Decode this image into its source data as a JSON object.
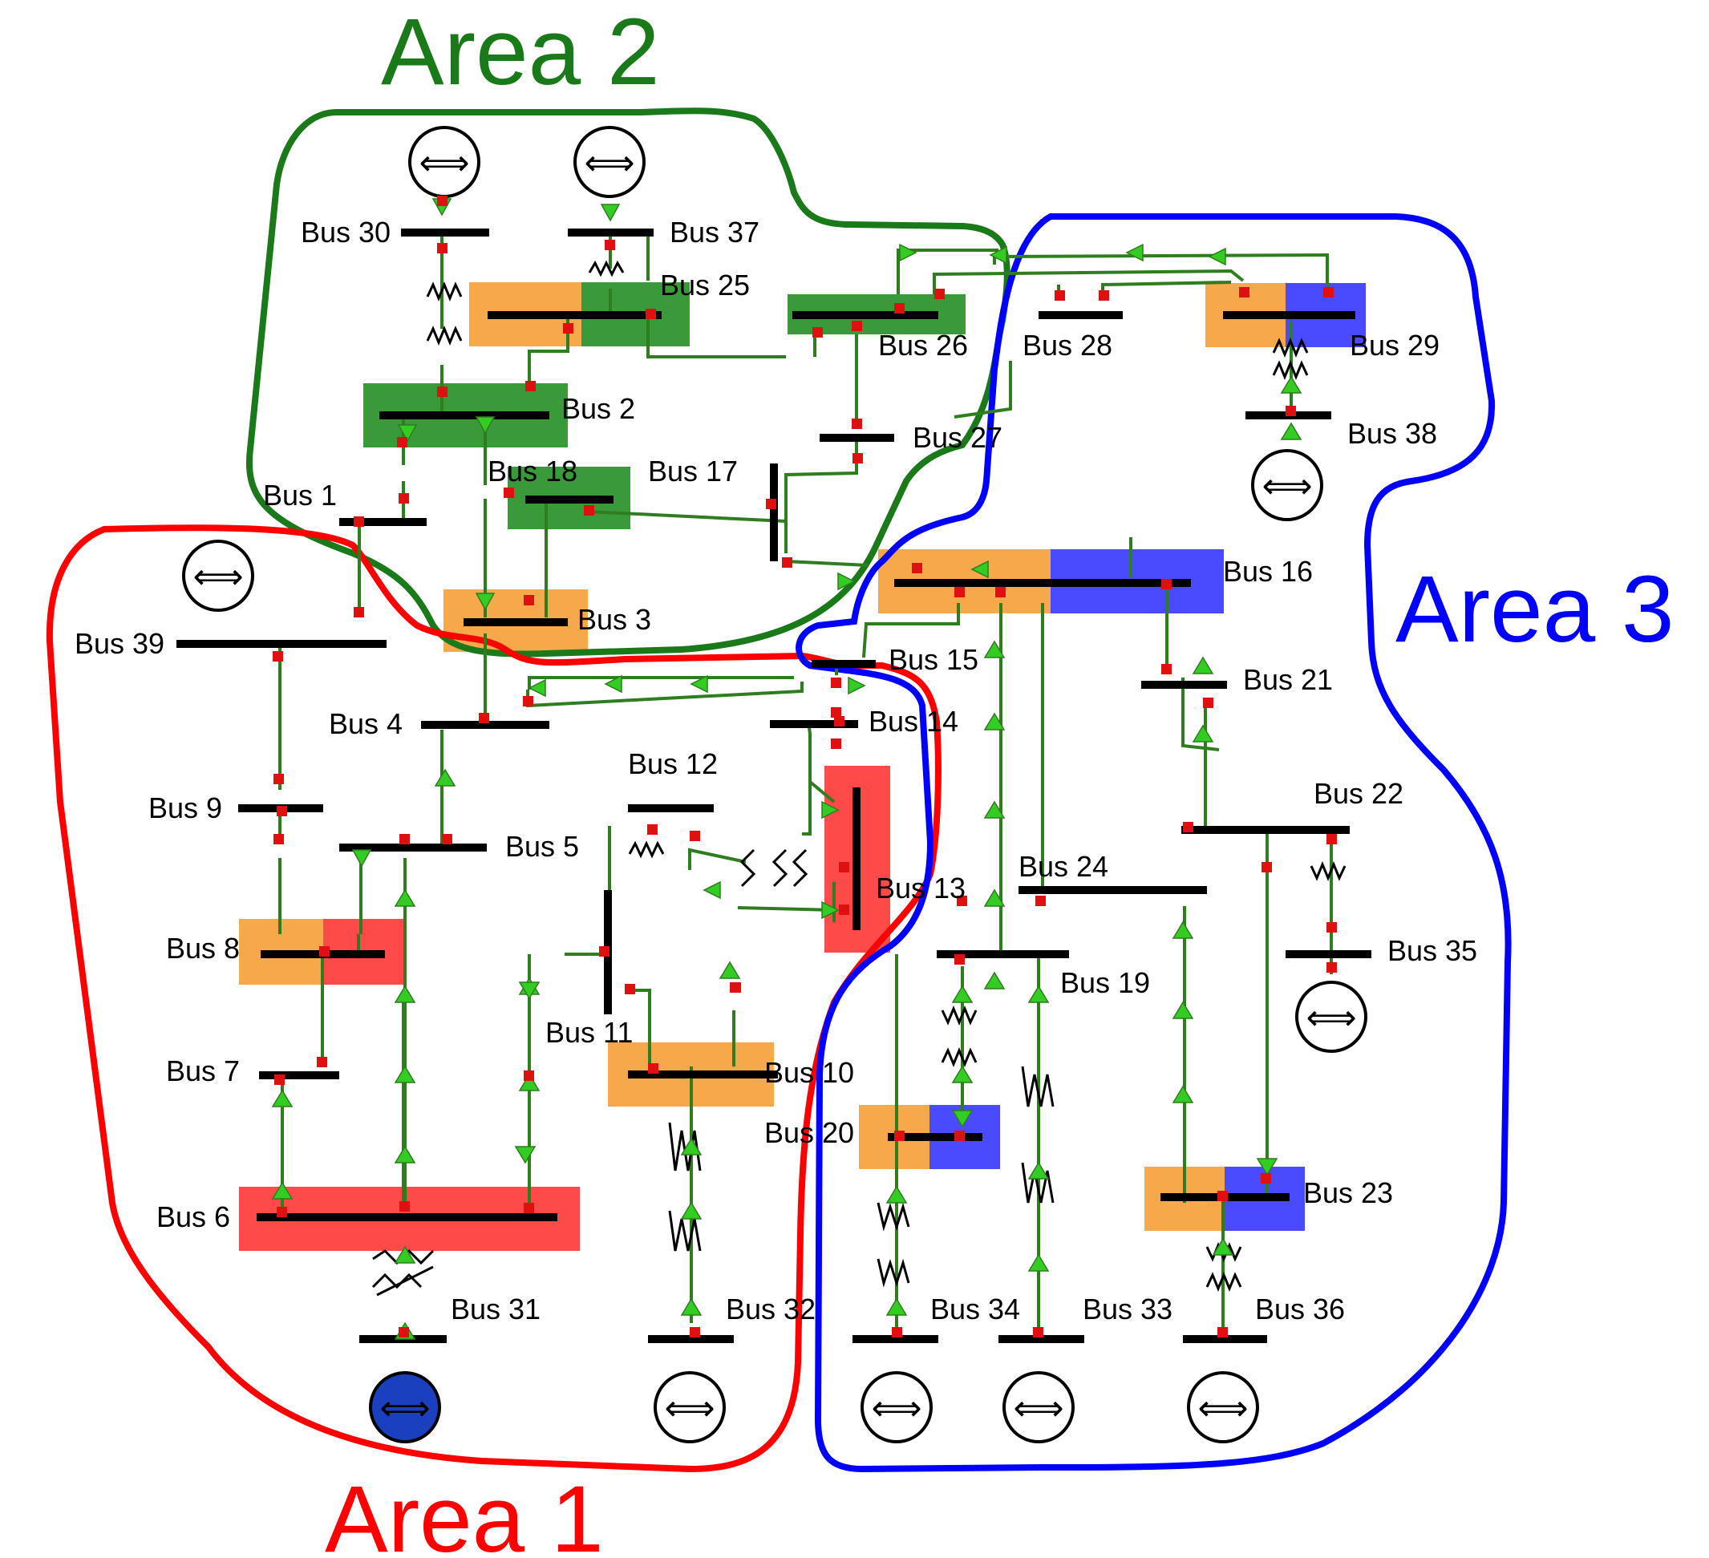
{
  "areas": [
    {
      "label": "Area 1",
      "color": "#ff0000"
    },
    {
      "label": "Area 2",
      "color": "#1a7a1a"
    },
    {
      "label": "Area 3",
      "color": "#0000ff"
    }
  ],
  "buses": {
    "b1": "Bus 1",
    "b2": "Bus 2",
    "b3": "Bus 3",
    "b4": "Bus 4",
    "b5": "Bus 5",
    "b6": "Bus 6",
    "b7": "Bus 7",
    "b8": "Bus 8",
    "b9": "Bus 9",
    "b10": "Bus 10",
    "b11": "Bus 11",
    "b12": "Bus 12",
    "b13": "Bus 13",
    "b14": "Bus 14",
    "b15": "Bus 15",
    "b16": "Bus 16",
    "b17": "Bus 17",
    "b18": "Bus 18",
    "b19": "Bus 19",
    "b20": "Bus 20",
    "b21": "Bus 21",
    "b22": "Bus 22",
    "b23": "Bus 23",
    "b24": "Bus 24",
    "b25": "Bus 25",
    "b26": "Bus 26",
    "b27": "Bus 27",
    "b28": "Bus 28",
    "b29": "Bus 29",
    "b30": "Bus 30",
    "b31": "Bus 31",
    "b32": "Bus 32",
    "b33": "Bus 33",
    "b34": "Bus 34",
    "b35": "Bus 35",
    "b36": "Bus 36",
    "b37": "Bus 37",
    "b38": "Bus 38",
    "b39": "Bus 39"
  },
  "colors": {
    "line": "#2e7d1e",
    "arrow": "#33cc22",
    "breaker": "#e01010",
    "orange": "#f7a84a",
    "green": "#3a9a3a",
    "blue": "#4a4aff",
    "red": "#ff4a4a",
    "generator_fill_bus31": "#1a40c0"
  },
  "icons": [
    "generator-icon",
    "transformer-icon",
    "breaker-icon"
  ]
}
